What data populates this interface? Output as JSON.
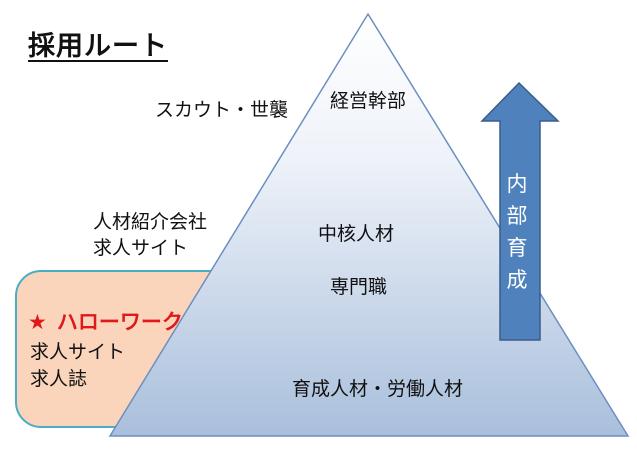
{
  "title": "採用ルート",
  "left_labels": {
    "scout": "スカウト・世襲",
    "agency_line1": "人材紹介会社",
    "agency_line2": "求人サイト"
  },
  "box": {
    "star": "★",
    "heading": "ハローワーク",
    "line1": "求人サイト",
    "line2": "求人誌"
  },
  "pyramid": {
    "top": "経営幹部",
    "middle1": "中核人材",
    "middle2": "専門職",
    "bottom": "育成人材・労働人材"
  },
  "arrow": {
    "chars": [
      "内",
      "部",
      "育",
      "成"
    ]
  },
  "colors": {
    "box_fill": "#fbd5bb",
    "box_border": "#4bacc6",
    "pyramid_top": "#ffffff",
    "pyramid_bottom": "#a9bfdc",
    "arrow_fill": "#4f81bd",
    "arrow_border": "#385d8a",
    "highlight_text": "#e0171b"
  }
}
